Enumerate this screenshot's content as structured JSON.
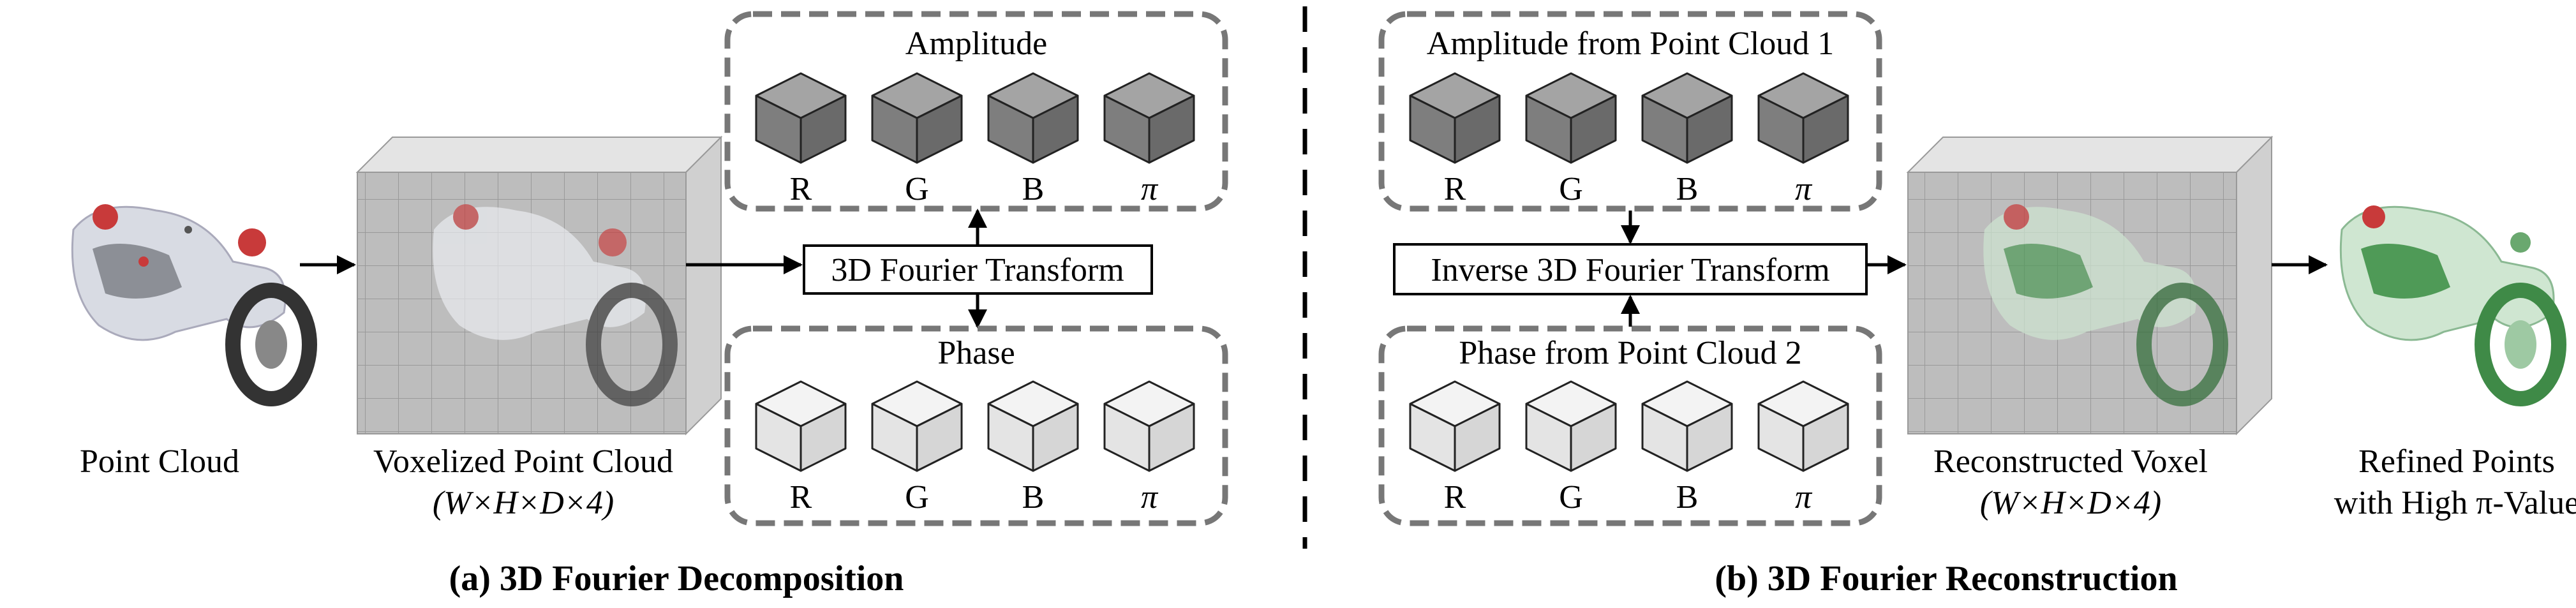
{
  "left": {
    "point_cloud_label": "Point Cloud",
    "voxel_label_line1": "Voxelized Point Cloud",
    "voxel_label_line2": "(W×H×D×4)",
    "transform_label": "3D Fourier Transform",
    "amplitude_title": "Amplitude",
    "phase_title": "Phase",
    "channels": [
      "R",
      "G",
      "B",
      "π"
    ],
    "caption": "(a) 3D Fourier Decomposition"
  },
  "right": {
    "amplitude_title": "Amplitude from Point Cloud 1",
    "phase_title": "Phase from Point Cloud 2",
    "transform_label": "Inverse 3D Fourier Transform",
    "channels": [
      "R",
      "G",
      "B",
      "π"
    ],
    "voxel_label_line1": "Reconstructed Voxel",
    "voxel_label_line2": "(W×H×D×4)",
    "refined_label_line1": "Refined Points",
    "refined_label_line2": "with High π-Value",
    "caption": "(b) 3D Fourier Reconstruction"
  },
  "colors": {
    "dashed_border": "#777777",
    "amplitude_cube": "#8a8a8a",
    "phase_cube": "#e6e6e6",
    "grid": "#9a9a9a",
    "motorcycle_red": "#c83a3a",
    "refined_green": "#4f9a57"
  }
}
